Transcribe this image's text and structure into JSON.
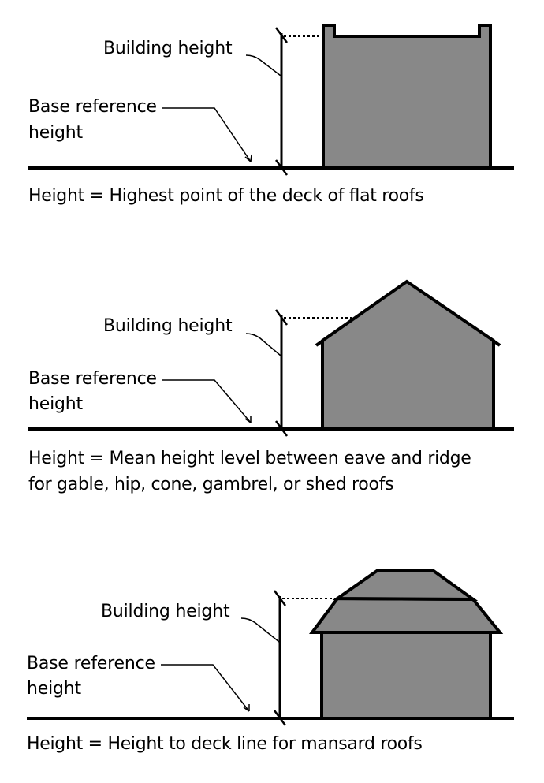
{
  "colors": {
    "building_fill": "#888888",
    "stroke": "#000000",
    "background": "#ffffff"
  },
  "panels": [
    {
      "roof_type": "flat",
      "building_height_label": "Building height",
      "base_reference_label_line1": "Base reference",
      "base_reference_label_line2": "height",
      "caption_line1": "Height = Highest point of the deck of flat roofs",
      "caption_line2": ""
    },
    {
      "roof_type": "gable",
      "building_height_label": "Building height",
      "base_reference_label_line1": "Base reference",
      "base_reference_label_line2": "height",
      "caption_line1": "Height = Mean height level between eave and ridge",
      "caption_line2": "for gable, hip, cone, gambrel, or shed roofs"
    },
    {
      "roof_type": "mansard",
      "building_height_label": "Building height",
      "base_reference_label_line1": "Base reference",
      "base_reference_label_line2": "height",
      "caption_line1": "Height = Height to deck line for mansard roofs",
      "caption_line2": ""
    }
  ]
}
